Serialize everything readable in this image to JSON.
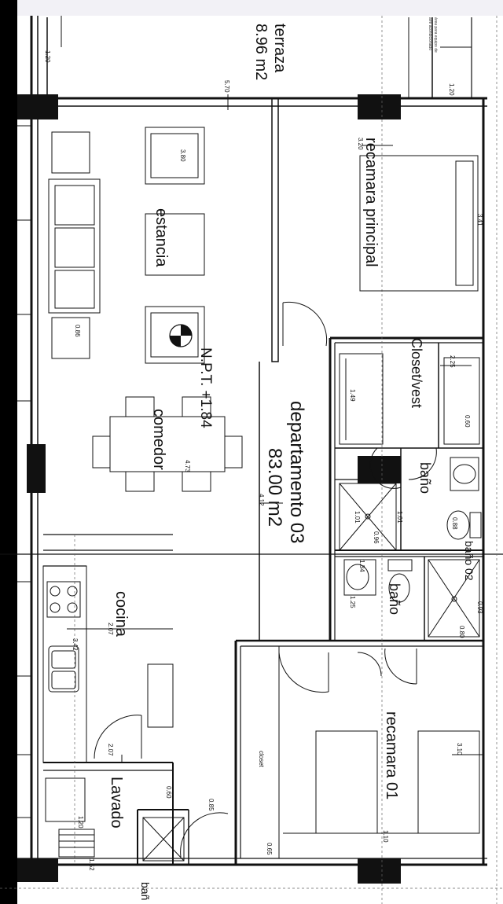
{
  "plan": {
    "unit_name": "departamento 03",
    "unit_area": "83.00 m2",
    "floor_level": "N.P.T. +1.84",
    "note_lines": [
      "área para equipo de",
      "aire acondicionado"
    ],
    "rooms": {
      "terrace": "terraza",
      "terrace_area": "8.96 m2",
      "master_bedroom": "recamara principal",
      "living": "estancia",
      "dining": "comedor",
      "closet_vest": "Closet/vest",
      "bath_master": "baño",
      "bath_2": "baño",
      "kitchen": "cocina",
      "laundry": "Lavado",
      "bedroom_01": "recamara 01",
      "closet": "closet",
      "bath_cut_1": "baño 02",
      "bath_cut_2": "bañ"
    },
    "dimensions": {
      "d_120a": "1.20",
      "d_120b": "1.20",
      "d_570": "5.70",
      "d_320": "3.20",
      "d_341": "3.41",
      "d_380": "3.80",
      "d_086": "0.86",
      "d_225": "2.25",
      "d_149": "1.49",
      "d_060": "0.60",
      "d_473": "4.73",
      "d_412": "4.12",
      "d_101a": "1.01",
      "d_101b": "1.01",
      "d_096": "0.96",
      "d_088": "0.88",
      "d_134": "1.34",
      "d_125": "1.25",
      "d_093": "0.93",
      "d_080": "0.80",
      "d_207a": "2.07",
      "d_342": "3.42",
      "d_207b": "2.07",
      "d_060b": "0.60",
      "d_085": "0.85",
      "d_120c": "1.20",
      "d_065": "0.65",
      "d_310": "3.10",
      "d_110": "1.10",
      "d_152": "1.52"
    }
  }
}
